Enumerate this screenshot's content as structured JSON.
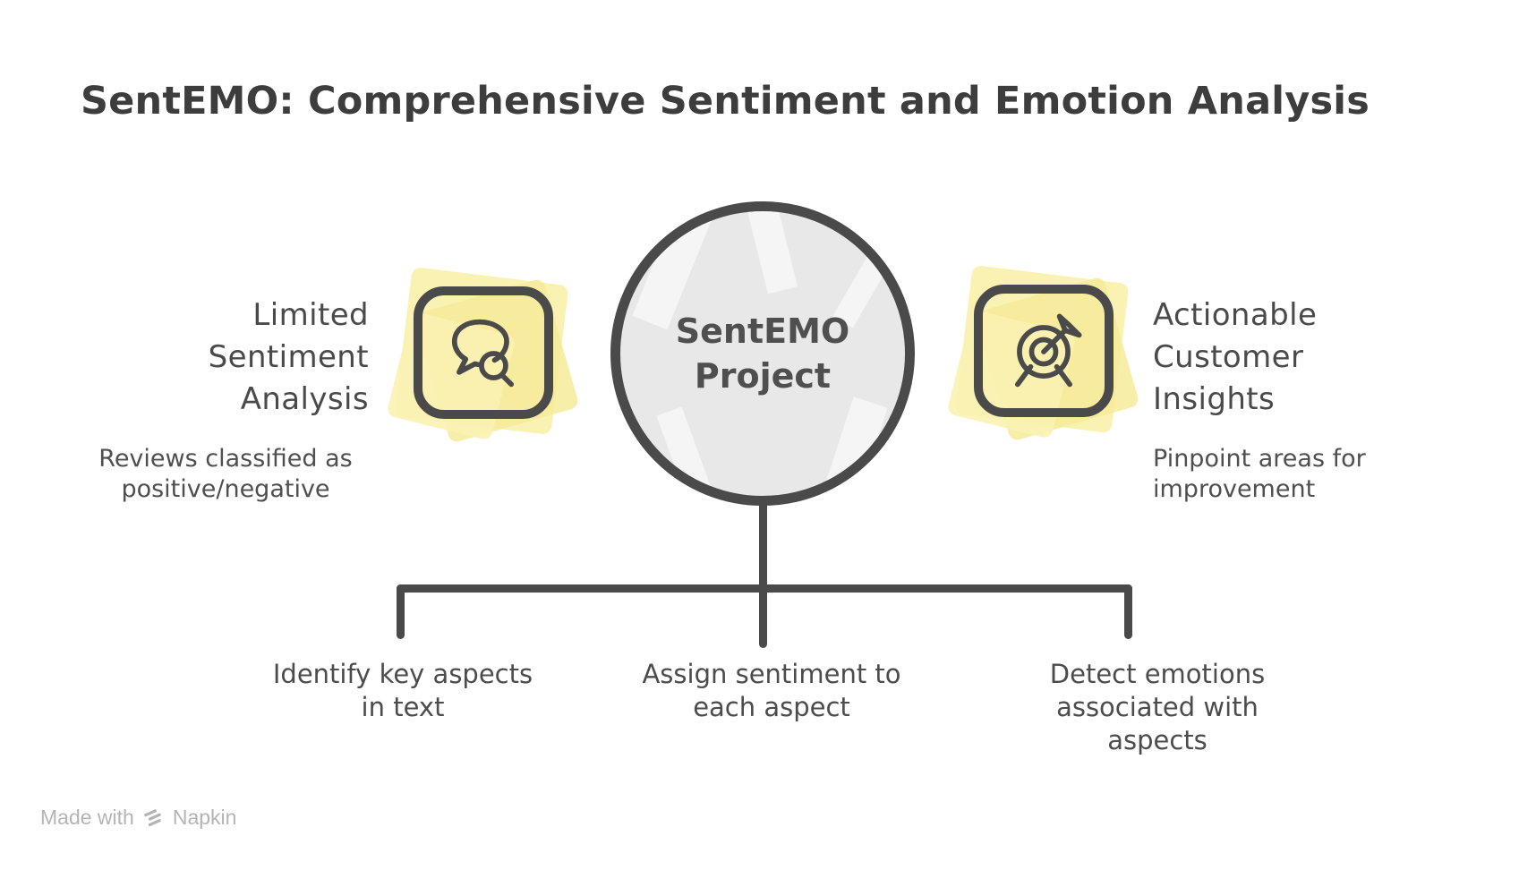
{
  "title": "SentEMO: Comprehensive Sentiment and Emotion Analysis",
  "central_node": {
    "label": "SentEMO Project",
    "lines": [
      "SentEMO",
      "Project"
    ]
  },
  "left_node": {
    "icon": "chat-search-icon",
    "heading": "Limited Sentiment Analysis",
    "heading_lines": [
      "Limited",
      "Sentiment",
      "Analysis"
    ],
    "description": "Reviews classified as positive/negative",
    "description_lines": [
      "Reviews classified as",
      "positive/negative"
    ]
  },
  "right_node": {
    "icon": "target-arrow-icon",
    "heading": "Actionable Customer Insights",
    "heading_lines": [
      "Actionable",
      "Customer",
      "Insights"
    ],
    "description": "Pinpoint areas for improvement",
    "description_lines": [
      "Pinpoint areas for",
      "improvement"
    ]
  },
  "branches": [
    {
      "label": "Identify key aspects in text",
      "lines": [
        "Identify key aspects",
        "in text"
      ]
    },
    {
      "label": "Assign sentiment to each aspect",
      "lines": [
        "Assign sentiment to",
        "each aspect"
      ]
    },
    {
      "label": "Detect emotions associated with aspects",
      "lines": [
        "Detect emotions",
        "associated with",
        "aspects"
      ]
    }
  ],
  "footer": {
    "made_with": "Made with",
    "brand": "Napkin",
    "logo": "napkin-logo"
  },
  "colors": {
    "ink": "#4a4a4a",
    "title": "#3d3d3d",
    "circle_fill": "#e8e8e8",
    "highlight_yellow": "#faf2b3",
    "highlight_yellow_dark": "#f6eb9a",
    "footer_gray": "#b4b4b4",
    "background": "#ffffff"
  }
}
